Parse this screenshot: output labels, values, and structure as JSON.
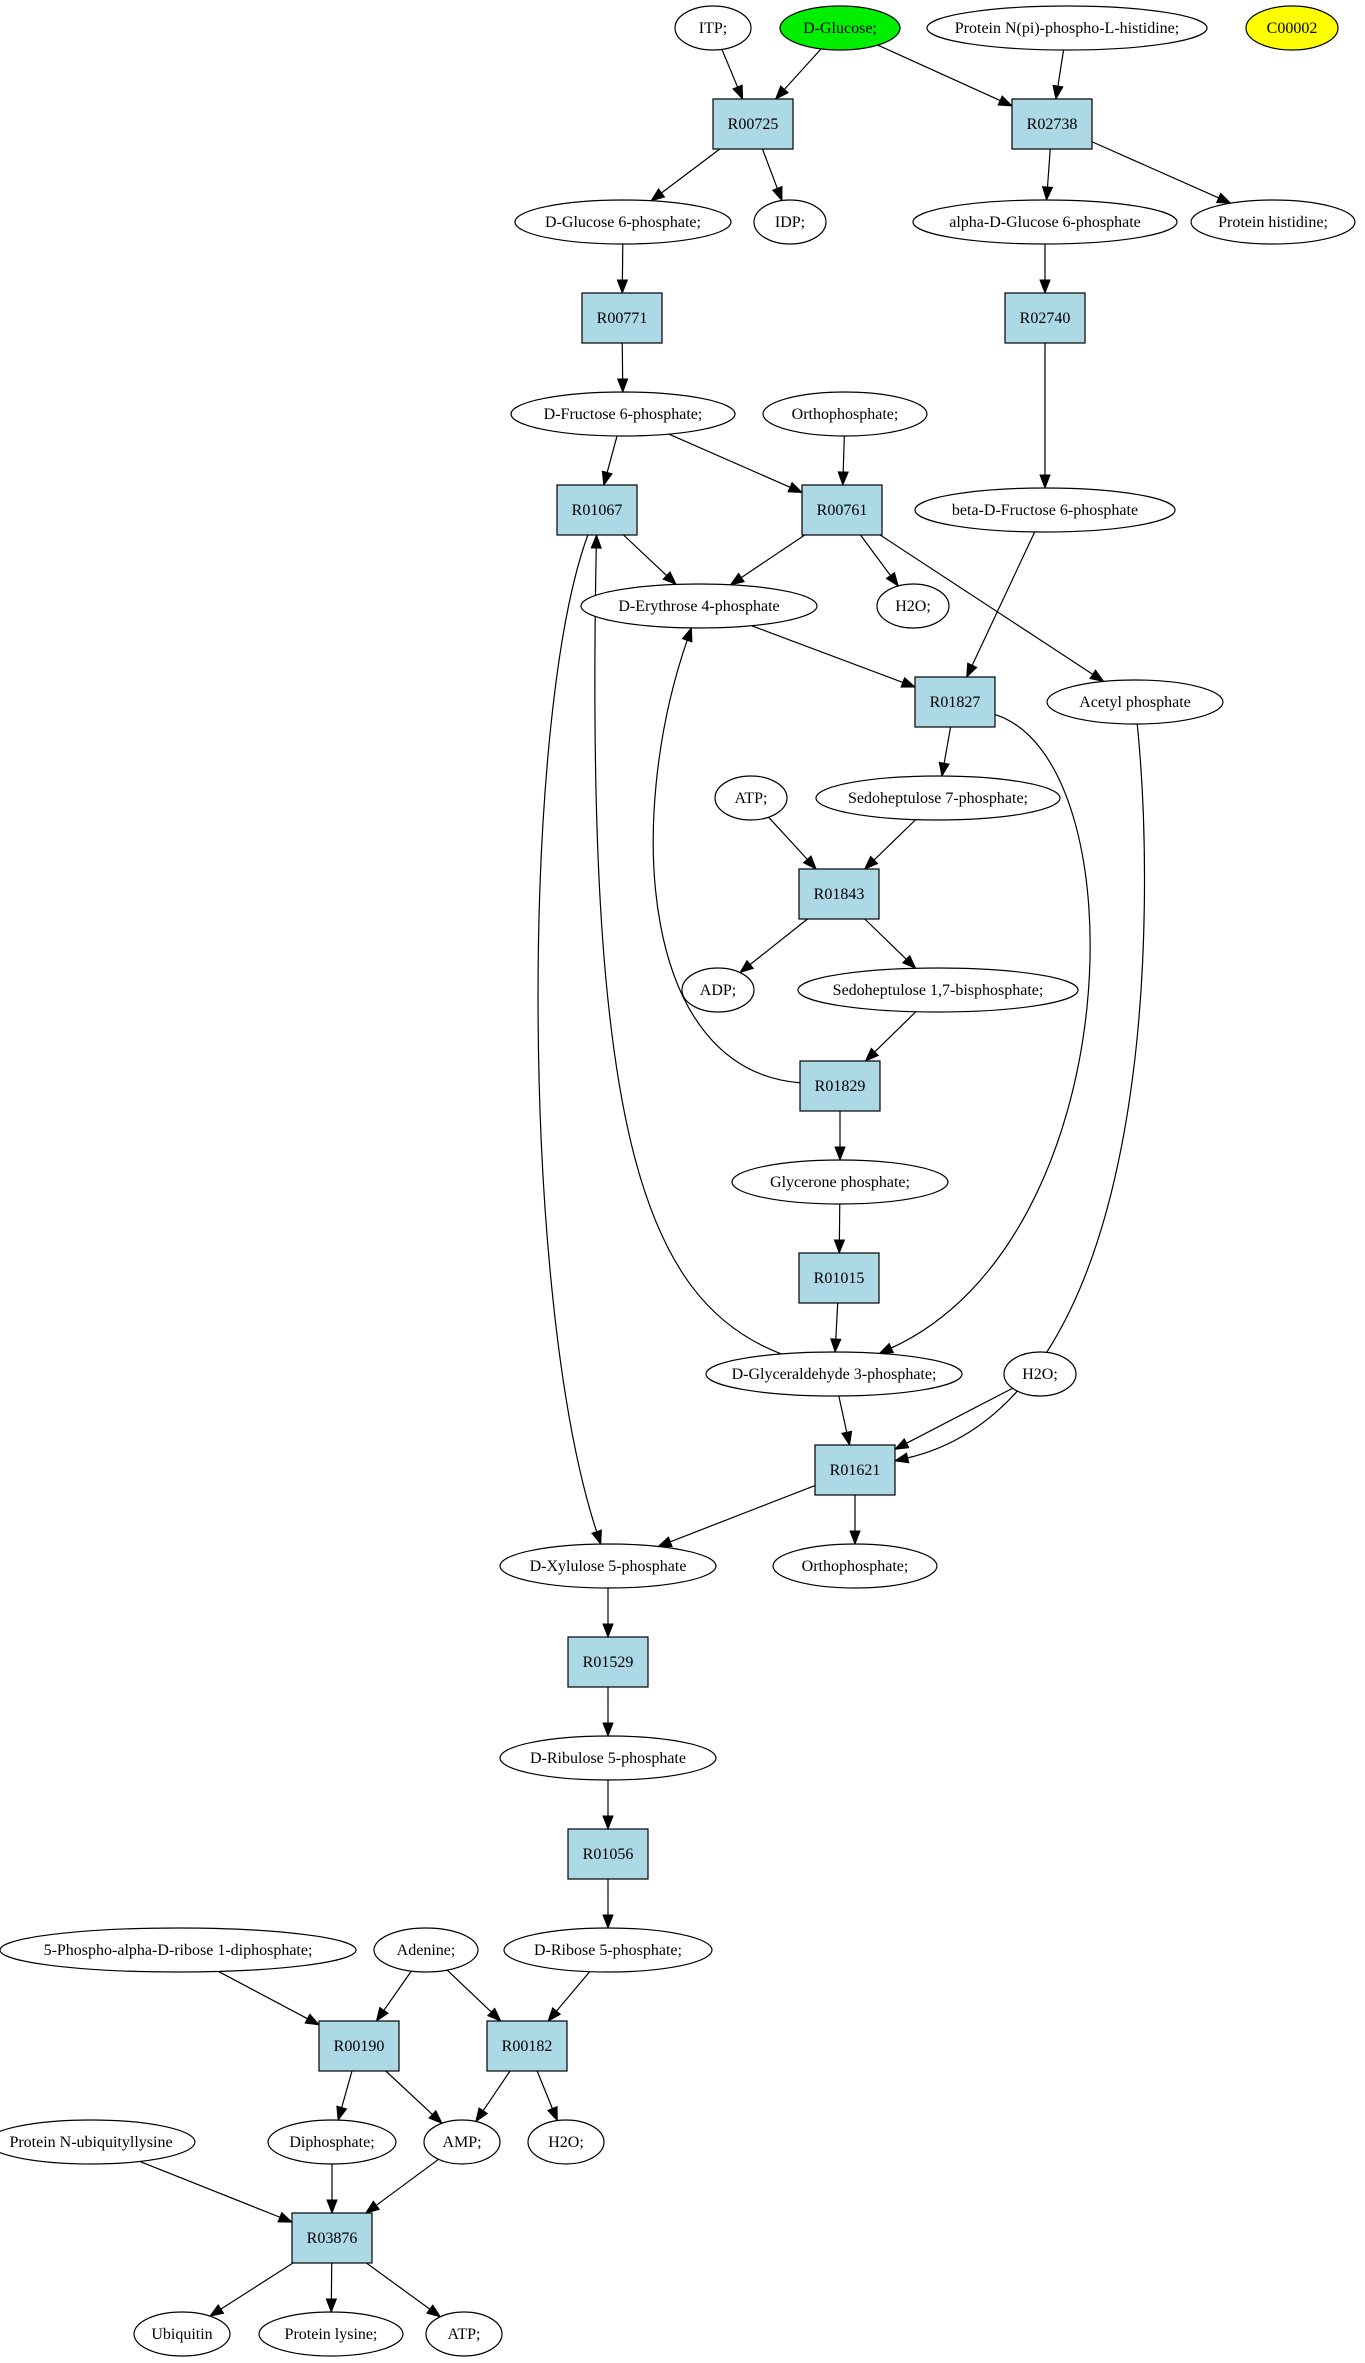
{
  "colors": {
    "background": "#ffffff",
    "reaction_fill": "#add8e6",
    "compound_fill": "#ffffff",
    "highlight_green": "#00ee00",
    "highlight_yellow": "#ffff00",
    "stroke": "#000000"
  },
  "compounds": {
    "itp": "ITP;",
    "dglucose": "D-Glucose;",
    "protnphis": "Protein N(pi)-phospho-L-histidine;",
    "c00002": "C00002",
    "dglc6p": "D-Glucose 6-phosphate;",
    "idp": "IDP;",
    "adglc6p": "alpha-D-Glucose 6-phosphate",
    "prothis": "Protein histidine;",
    "dfru6p": "D-Fructose 6-phosphate;",
    "orthop1": "Orthophosphate;",
    "bdfru6p": "beta-D-Fructose 6-phosphate",
    "dery4p": "D-Erythrose 4-phosphate",
    "h2o1": "H2O;",
    "acetylp": "Acetyl phosphate",
    "atp1": "ATP;",
    "sed7p": "Sedoheptulose 7-phosphate;",
    "adp": "ADP;",
    "sed17bp": "Sedoheptulose 1,7-bisphosphate;",
    "glycp": "Glycerone phosphate;",
    "dga3p": "D-Glyceraldehyde 3-phosphate;",
    "h2o2": "H2O;",
    "dxyl5p": "D-Xylulose 5-phosphate",
    "orthop2": "Orthophosphate;",
    "drib5p_ul": "D-Ribulose 5-phosphate",
    "prpp": "5-Phospho-alpha-D-ribose 1-diphosphate;",
    "adenine": "Adenine;",
    "drib5p": "D-Ribose 5-phosphate;",
    "protnubl": "Protein N-ubiquityllysine",
    "diphos": "Diphosphate;",
    "amp": "AMP;",
    "h2o3": "H2O;",
    "ubiq": "Ubiquitin",
    "protlys": "Protein lysine;",
    "atp2": "ATP;"
  },
  "reactions": {
    "r00725": "R00725",
    "r02738": "R02738",
    "r00771": "R00771",
    "r02740": "R02740",
    "r01067": "R01067",
    "r00761": "R00761",
    "r01827": "R01827",
    "r01843": "R01843",
    "r01829": "R01829",
    "r01015": "R01015",
    "r01621": "R01621",
    "r01529": "R01529",
    "r01056": "R01056",
    "r00190": "R00190",
    "r00182": "R00182",
    "r03876": "R03876"
  },
  "highlighted": {
    "dglucose": "highlight_green",
    "c00002": "highlight_yellow"
  },
  "edges": [
    [
      "itp",
      "r00725"
    ],
    [
      "dglucose",
      "r00725"
    ],
    [
      "dglucose",
      "r02738"
    ],
    [
      "protnphis",
      "r02738"
    ],
    [
      "r00725",
      "dglc6p"
    ],
    [
      "r00725",
      "idp"
    ],
    [
      "r02738",
      "adglc6p"
    ],
    [
      "r02738",
      "prothis"
    ],
    [
      "dglc6p",
      "r00771"
    ],
    [
      "adglc6p",
      "r02740"
    ],
    [
      "r00771",
      "dfru6p"
    ],
    [
      "r02740",
      "bdfru6p"
    ],
    [
      "dfru6p",
      "r01067"
    ],
    [
      "dfru6p",
      "r00761"
    ],
    [
      "orthop1",
      "r00761"
    ],
    [
      "r01067",
      "dery4p"
    ],
    [
      "r00761",
      "dery4p"
    ],
    [
      "r00761",
      "h2o1"
    ],
    [
      "r00761",
      "acetylp"
    ],
    [
      "dery4p",
      "r01827"
    ],
    [
      "bdfru6p",
      "r01827"
    ],
    [
      "r01827",
      "sed7p"
    ],
    [
      "r01827",
      "dga3p"
    ],
    [
      "atp1",
      "r01843"
    ],
    [
      "sed7p",
      "r01843"
    ],
    [
      "r01843",
      "adp"
    ],
    [
      "r01843",
      "sed17bp"
    ],
    [
      "sed17bp",
      "r01829"
    ],
    [
      "r01829",
      "dery4p"
    ],
    [
      "r01829",
      "glycp"
    ],
    [
      "glycp",
      "r01015"
    ],
    [
      "r01015",
      "dga3p"
    ],
    [
      "dga3p",
      "r01067"
    ],
    [
      "r01067",
      "dxyl5p"
    ],
    [
      "dga3p",
      "r01621"
    ],
    [
      "h2o2",
      "r01621"
    ],
    [
      "acetylp",
      "r01621"
    ],
    [
      "r01621",
      "dxyl5p"
    ],
    [
      "r01621",
      "orthop2"
    ],
    [
      "dxyl5p",
      "r01529"
    ],
    [
      "r01529",
      "drib5p_ul"
    ],
    [
      "drib5p_ul",
      "r01056"
    ],
    [
      "r01056",
      "drib5p"
    ],
    [
      "prpp",
      "r00190"
    ],
    [
      "adenine",
      "r00190"
    ],
    [
      "adenine",
      "r00182"
    ],
    [
      "drib5p",
      "r00182"
    ],
    [
      "r00190",
      "diphos"
    ],
    [
      "r00190",
      "amp"
    ],
    [
      "r00182",
      "amp"
    ],
    [
      "r00182",
      "h2o3"
    ],
    [
      "protnubl",
      "r03876"
    ],
    [
      "diphos",
      "r03876"
    ],
    [
      "amp",
      "r03876"
    ],
    [
      "r03876",
      "ubiq"
    ],
    [
      "r03876",
      "protlys"
    ],
    [
      "r03876",
      "atp2"
    ]
  ]
}
